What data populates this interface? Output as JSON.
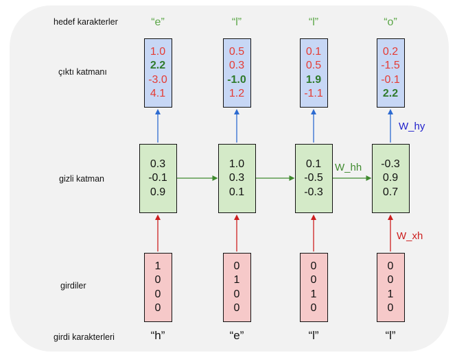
{
  "row_labels": {
    "target": "hedef karakterler",
    "output": "çıktı katmanı",
    "hidden": "gizli katman",
    "inputs": "girdiler",
    "input_chars": "girdi karakterleri"
  },
  "columns": [
    {
      "target": "“e”",
      "input_char": "“h”",
      "output": [
        {
          "v": "1.0",
          "hi": false
        },
        {
          "v": "2.2",
          "hi": true
        },
        {
          "v": "-3.0",
          "hi": false
        },
        {
          "v": "4.1",
          "hi": false
        }
      ],
      "hidden": [
        "0.3",
        "-0.1",
        "0.9"
      ],
      "input": [
        "1",
        "0",
        "0",
        "0"
      ]
    },
    {
      "target": "“l”",
      "input_char": "“e”",
      "output": [
        {
          "v": "0.5",
          "hi": false
        },
        {
          "v": "0.3",
          "hi": false
        },
        {
          "v": "-1.0",
          "hi": true
        },
        {
          "v": "1.2",
          "hi": false
        }
      ],
      "hidden": [
        "1.0",
        "0.3",
        "0.1"
      ],
      "input": [
        "0",
        "1",
        "0",
        "0"
      ]
    },
    {
      "target": "“l”",
      "input_char": "“l”",
      "output": [
        {
          "v": "0.1",
          "hi": false
        },
        {
          "v": "0.5",
          "hi": false
        },
        {
          "v": "1.9",
          "hi": true
        },
        {
          "v": "-1.1",
          "hi": false
        }
      ],
      "hidden": [
        "0.1",
        "-0.5",
        "-0.3"
      ],
      "input": [
        "0",
        "0",
        "1",
        "0"
      ]
    },
    {
      "target": "“o”",
      "input_char": "“l”",
      "output": [
        {
          "v": "0.2",
          "hi": false
        },
        {
          "v": "-1.5",
          "hi": false
        },
        {
          "v": "-0.1",
          "hi": false
        },
        {
          "v": "2.2",
          "hi": true
        }
      ],
      "hidden": [
        "-0.3",
        "0.9",
        "0.7"
      ],
      "input": [
        "0",
        "0",
        "1",
        "0"
      ]
    }
  ],
  "weight_labels": {
    "hh": "W_hh",
    "hy": "W_hy",
    "xh": "W_xh"
  },
  "colors": {
    "output_box": "#c7d7f5",
    "hidden_box": "#d4eac8",
    "input_box": "#f6c9c9",
    "output_value": "#e53b33",
    "output_highlight": "#2f7a2b",
    "target_char": "#5aa646",
    "arrow_xh": "#cc1f1f",
    "arrow_hh": "#3f8a2e",
    "arrow_hy": "#2d6bd1",
    "label_hy": "#2222cc",
    "label_hh": "#3f8a2e",
    "label_xh": "#cc1f1f"
  }
}
